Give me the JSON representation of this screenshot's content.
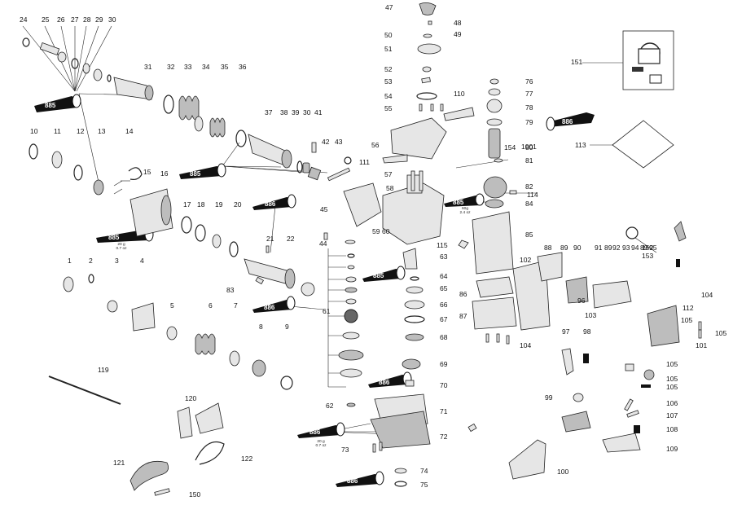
{
  "callouts": [
    "1",
    "2",
    "3",
    "4",
    "5",
    "6",
    "7",
    "8",
    "9",
    "10",
    "11",
    "12",
    "13",
    "14",
    "15",
    "16",
    "17",
    "18",
    "19",
    "20",
    "21",
    "22",
    "24",
    "25",
    "26",
    "27",
    "28",
    "29",
    "30",
    "31",
    "32",
    "33",
    "34",
    "35",
    "36",
    "37",
    "38",
    "39",
    "30",
    "41",
    "42",
    "43",
    "44",
    "45",
    "47",
    "48",
    "49",
    "50",
    "51",
    "52",
    "53",
    "54",
    "55",
    "56",
    "57",
    "58",
    "59",
    "60",
    "61",
    "62",
    "63",
    "64",
    "65",
    "66",
    "67",
    "68",
    "69",
    "70",
    "71",
    "72",
    "73",
    "74",
    "75",
    "76",
    "77",
    "78",
    "79",
    "80",
    "81",
    "82",
    "83",
    "84",
    "85",
    "86",
    "87",
    "88",
    "89",
    "90",
    "91",
    "89",
    "92",
    "93",
    "94",
    "89",
    "95",
    "96",
    "97",
    "98",
    "99",
    "100",
    "101",
    "102",
    "103",
    "104",
    "104",
    "105",
    "105",
    "105",
    "105",
    "105",
    "106",
    "107",
    "108",
    "109",
    "110",
    "111",
    "112",
    "113",
    "114",
    "115",
    "119",
    "120",
    "121",
    "122",
    "150",
    "151",
    "152",
    "153",
    "154",
    "1001",
    "95",
    "92",
    "80",
    "105"
  ],
  "lubricants": {
    "grease_885": "885",
    "grease_886": "886"
  },
  "notes": {
    "qty_20g_07oz": "20 g\n0.7 oz",
    "qty_60g_24oz": "60g\n2.4 oz"
  }
}
